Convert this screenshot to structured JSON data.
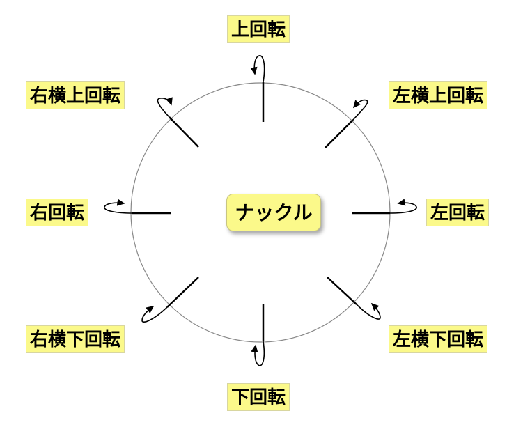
{
  "center": {
    "label": "ナックル"
  },
  "labels": {
    "top": "上回転",
    "bottom": "下回転",
    "right_side": "右回転",
    "left_side": "左回転",
    "right_side_top": "右横上回転",
    "left_side_top": "左横上回転",
    "right_side_bottom": "右横下回転",
    "left_side_bottom": "左横下回転"
  },
  "colors": {
    "label_fill": "#fbf98a",
    "circle_stroke": "#888888",
    "arrow_stroke": "#000000"
  }
}
